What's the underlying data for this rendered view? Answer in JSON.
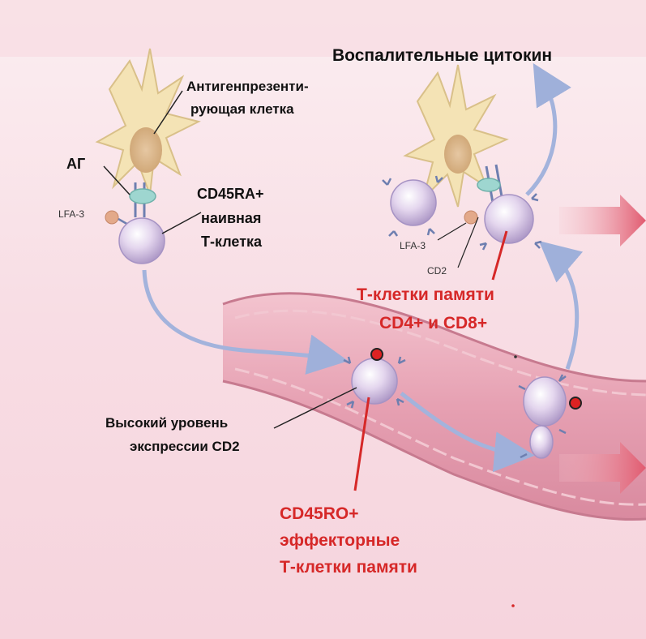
{
  "labels": {
    "cytokines": "Воспалительные цитокин",
    "apc_line1": "Антигенпрезенти-",
    "apc_line2": "рующая клетка",
    "ag": "АГ",
    "lfa3_left": "LFA-3",
    "naive_line1": "CD45RA+",
    "naive_line2": "наивная",
    "naive_line3": "Т-клетка",
    "lfa3_right": "LFA-3",
    "cd2": "CD2",
    "memory_line1": "Т-клетки памяти",
    "memory_line2": "CD4+ и  CD8+",
    "cd2_high_line1": "Высокий уровень",
    "cd2_high_line2": "экспрессии CD2",
    "effector_line1": "CD45RO+",
    "effector_line2": "эффекторные",
    "effector_line3": "Т-клетки памяти"
  },
  "colors": {
    "background": "#f8dde4",
    "vessel": "#e9a8b8",
    "arrow": "#a3b3dc",
    "big_arrow": "#e06878",
    "red_text": "#d62828",
    "cell": "#d9c8e6",
    "apc": "#f3e4b8"
  }
}
